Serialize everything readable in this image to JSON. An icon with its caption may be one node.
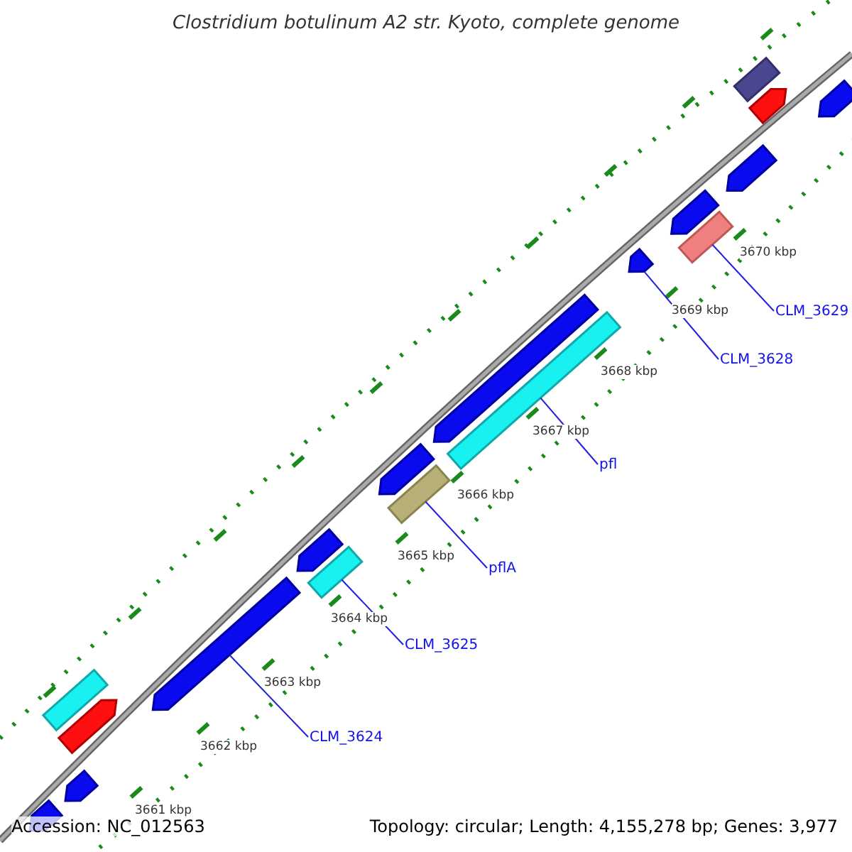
{
  "diagram": {
    "title": "Clostridium botulinum A2 str. Kyoto, complete genome",
    "nodes": [
      {
        "text": [],
        "shape": "bar"
      },
      {
        "text": [
          "CLM_3629"
        ]
      },
      {
        "text": [],
        "shape": "pentagon"
      },
      {
        "text": [
          "CLM_3628"
        ]
      },
      {
        "text": [],
        "shape": "bar"
      },
      {
        "text": [
          "pfl"
        ]
      },
      {
        "text": [],
        "shape": "bar"
      },
      {
        "text": [
          "pflA"
        ]
      },
      {
        "text": [],
        "shape": "bar"
      },
      {
        "text": [
          "CLM_3625"
        ]
      },
      {
        "text": [],
        "shape": "pentagon"
      },
      {
        "text": [
          "CLM_3624"
        ]
      }
    ],
    "edges": [
      {
        "from": 1,
        "to": 0,
        "arrow": "none"
      },
      {
        "from": 3,
        "to": 2,
        "arrow": "none"
      },
      {
        "from": 5,
        "to": 4,
        "arrow": "none"
      },
      {
        "from": 7,
        "to": 6,
        "arrow": "none"
      },
      {
        "from": 9,
        "to": 8,
        "arrow": "none"
      },
      {
        "from": 11,
        "to": 10,
        "arrow": "none"
      }
    ],
    "labels": [
      "3670 kbp",
      "3669 kbp",
      "3668 kbp",
      "3667 kbp",
      "3666 kbp",
      "3665 kbp",
      "3664 kbp",
      "3663 kbp",
      "3662 kbp",
      "3661 kbp",
      "Accession: NC_012563",
      "Topology: circular; Length: 4,155,278 bp; Genes: 3,977"
    ]
  }
}
